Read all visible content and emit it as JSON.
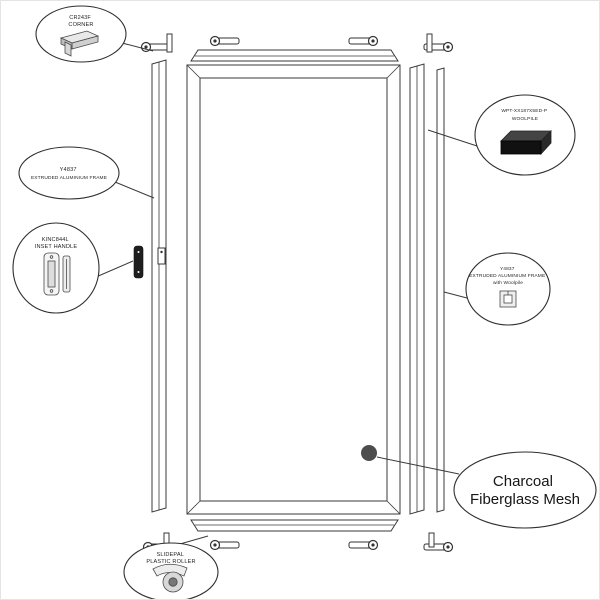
{
  "callouts": {
    "corner": {
      "line1": "CR243F",
      "line2": "CORNER"
    },
    "frame_left": {
      "line1": "Y4837",
      "line2": "EXTRUDED ALUMINIUM FRAME"
    },
    "handle": {
      "line1": "KINC844L",
      "line2": "INSET HANDLE"
    },
    "woolpile": {
      "line1": "WPT-XX187X5ED-P",
      "line2": "WOOLPILE"
    },
    "frame_right": {
      "line1": "Y4837",
      "line2": "EXTRUDED ALUMINIUM FRAME",
      "line3": "with Woolpile"
    },
    "mesh": {
      "line1": "Charcoal",
      "line2": "Fiberglass Mesh"
    },
    "roller": {
      "line1": "SLIDEPAL",
      "line2": "PLASTIC ROLLER"
    }
  },
  "colors": {
    "outline": "#3a3a3a",
    "mesh_dot": "#4d4d4d",
    "handle_fill": "#1e1e1e",
    "woolpile_fill": "#111111"
  }
}
